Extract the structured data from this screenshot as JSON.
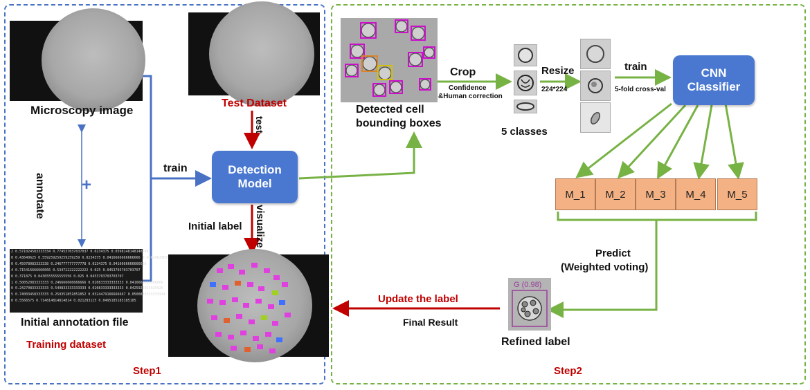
{
  "step1": {
    "label": "Step1",
    "microscopy_caption": "Microscopy image",
    "annotate_label": "annotate",
    "plus_symbol": "+",
    "annotation_caption": "Initial annotation file",
    "training_caption": "Training dataset",
    "annotation_lines": [
      "2 0.571024583333334 0.774537037037037 0.0234375 0.0398148148148148",
      "0 0.43640625 0.559259259259259259 0.0234375 0.0416666666666666 0.0462962962962964",
      "0 0.45078083333338 0.246777777777778 0.0234375 0.0416666666666666",
      "4 0.715416666666666 0.534722222222222 0.025 0.0453703703703707",
      "0 0.371875 0.0436555555555556 0.025 0.0453703703703707",
      "1 0.50052083333333 0.246666666666666 0.020833333333333 0.0416666666666666",
      "0 0.24270833333333 0.549833333333333 0.020833333333333 0.0425925925925926",
      "5 0.74003458333333 0.259351851851852 0.0324479166666667 0.0500833333333334",
      "0 0.5566575 0.714814814814814 0.021283125 0.0495185185185185"
    ]
  },
  "test": {
    "caption": "Test Dataset",
    "arrow_label": "test"
  },
  "detection": {
    "line1": "Detection",
    "line2": "Model",
    "train_label": "train",
    "visualize_label": "visualize",
    "initial_label": "Initial label"
  },
  "step2": {
    "label": "Step2",
    "detected_caption_1": "Detected cell",
    "detected_caption_2": "bounding boxes",
    "crop_label": "Crop",
    "confidence_label": "Confidence",
    "human_correction_label": "&Human correction",
    "classes_caption": "5 classes",
    "resize_label": "Resize",
    "resize_size": "224*224",
    "train_label": "train",
    "crossval_label": "5-fold cross-val",
    "cnn_line1": "CNN",
    "cnn_line2": "Classifier",
    "models": [
      "M_1",
      "M_2",
      "M_3",
      "M_4",
      "M_5"
    ],
    "predict_line1": "Predict",
    "predict_line2": "(Weighted voting)",
    "refined_caption": "Refined label",
    "refined_tag": "G (0.98)",
    "update_label": "Update the label",
    "final_label": "Final Result"
  },
  "colors": {
    "blue_box": "#4a78d1",
    "blue_arrow": "#4a72c4",
    "green_arrow": "#77b244",
    "red_arrow": "#c00000",
    "model_box": "#f4b183"
  }
}
